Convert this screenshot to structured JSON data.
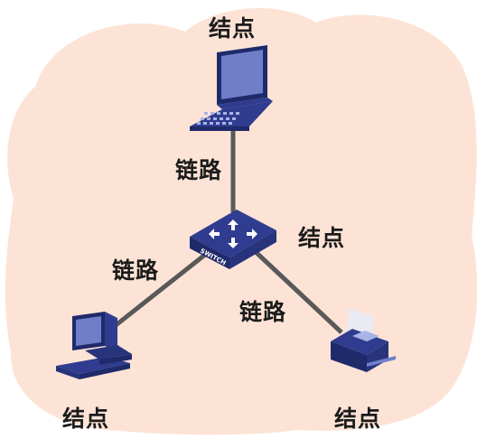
{
  "colors": {
    "cloud": "#fde3d6",
    "link_line": "#595959",
    "device_dark": "#1f2a6b",
    "device_mid": "#2f3c8f",
    "device_screen": "#6f7ec8",
    "device_light": "#a9b4e6",
    "label_text": "#1b1b1b"
  },
  "labels": {
    "node_top": "结点",
    "link_top": "链路",
    "node_switch": "结点",
    "link_left": "链路",
    "link_right": "链路",
    "node_bottom_left": "结点",
    "node_bottom_right": "结点"
  },
  "switch": {
    "label": "SWITCH"
  },
  "icons": {
    "top": "laptop-icon",
    "center": "switch-icon",
    "bottom_left": "desktop-computer-icon",
    "bottom_right": "printer-icon"
  }
}
